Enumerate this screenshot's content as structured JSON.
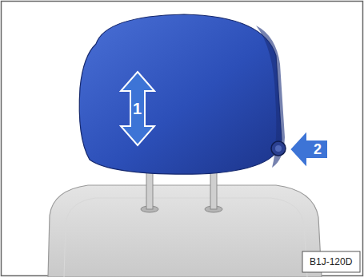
{
  "diagram": {
    "labels": [
      "1",
      "2",
      "B1J-120D"
    ]
  }
}
